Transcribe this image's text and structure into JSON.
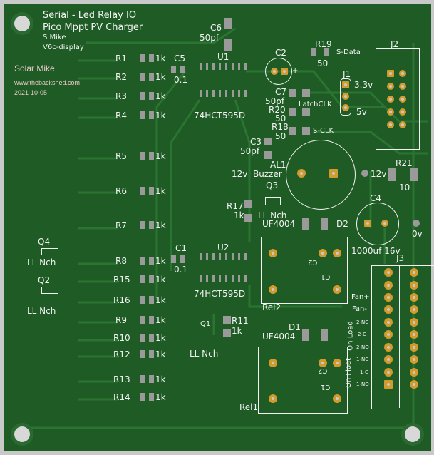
{
  "title": {
    "line1": "Serial - Led Relay IO",
    "line2": "Pico Mppt PV Charger",
    "author": "S Mike",
    "version": "V6c-display"
  },
  "credit": {
    "name": "Solar Mike",
    "url": "www.thebackshed.com",
    "date": "2021-10-05"
  },
  "resistors": [
    {
      "ref": "R1",
      "val": "1k"
    },
    {
      "ref": "R2",
      "val": "1k"
    },
    {
      "ref": "R3",
      "val": "1k"
    },
    {
      "ref": "R4",
      "val": "1k"
    },
    {
      "ref": "R5",
      "val": "1k"
    },
    {
      "ref": "R6",
      "val": "1k"
    },
    {
      "ref": "R7",
      "val": "1k"
    },
    {
      "ref": "R8",
      "val": "1k"
    },
    {
      "ref": "R15",
      "val": "1k"
    },
    {
      "ref": "R16",
      "val": "1k"
    },
    {
      "ref": "R9",
      "val": "1k"
    },
    {
      "ref": "R10",
      "val": "1k"
    },
    {
      "ref": "R12",
      "val": "1k"
    },
    {
      "ref": "R13",
      "val": "1k"
    },
    {
      "ref": "R14",
      "val": "1k"
    }
  ],
  "parts": {
    "C5": {
      "ref": "C5",
      "val": "0.1"
    },
    "C1": {
      "ref": "C1",
      "val": "0.1"
    },
    "C6": {
      "ref": "C6",
      "val": "50pf"
    },
    "U1": {
      "ref": "U1",
      "val": "74HCT595D"
    },
    "U2": {
      "ref": "U2",
      "val": "74HCT595D"
    },
    "C2": {
      "ref": "C2",
      "plus": "+"
    },
    "R19": {
      "ref": "R19",
      "val": "50",
      "net": "S-Data"
    },
    "J1": {
      "ref": "J1",
      "v1": "3.3v",
      "v2": "5v"
    },
    "J2": {
      "ref": "J2"
    },
    "C7": {
      "ref": "C7",
      "val": "50pf",
      "net": "LatchCLK"
    },
    "R20": {
      "ref": "R20",
      "val": "50"
    },
    "R18": {
      "ref": "R18",
      "val": "50",
      "net": "S-CLK"
    },
    "C3": {
      "ref": "C3",
      "val": "50pf"
    },
    "AL1": {
      "ref": "AL1",
      "val": "Buzzer",
      "v1": "12v",
      "v2": "12v"
    },
    "R21": {
      "ref": "R21",
      "val": "10"
    },
    "Q3": {
      "ref": "Q3",
      "val": "LL Nch"
    },
    "R17": {
      "ref": "R17",
      "val": "1k"
    },
    "D2": {
      "ref": "D2",
      "val": "UF4004"
    },
    "C4": {
      "ref": "C4",
      "val": "1000uf 16v"
    },
    "gnd": "0v",
    "Q4": {
      "ref": "Q4",
      "val": "LL Nch"
    },
    "Q2": {
      "ref": "Q2",
      "val": "LL Nch"
    },
    "Q1": {
      "ref": "Q1",
      "val": "LL Nch"
    },
    "R11": {
      "ref": "R11",
      "val": "1k"
    },
    "D1": {
      "ref": "D1",
      "val": "UF4004"
    },
    "Rel1": {
      "ref": "Rel1",
      "c1": "C1",
      "c2": "C2"
    },
    "Rel2": {
      "ref": "Rel2",
      "c1": "C1",
      "c2": "C2"
    },
    "J3": {
      "ref": "J3",
      "labels": [
        "Fan+",
        "Fan-",
        "2-NC",
        "2-C",
        "2-NO",
        "1-NC",
        "1-C",
        "1-NO"
      ],
      "side1": "On Float",
      "side2": "On Load"
    }
  }
}
